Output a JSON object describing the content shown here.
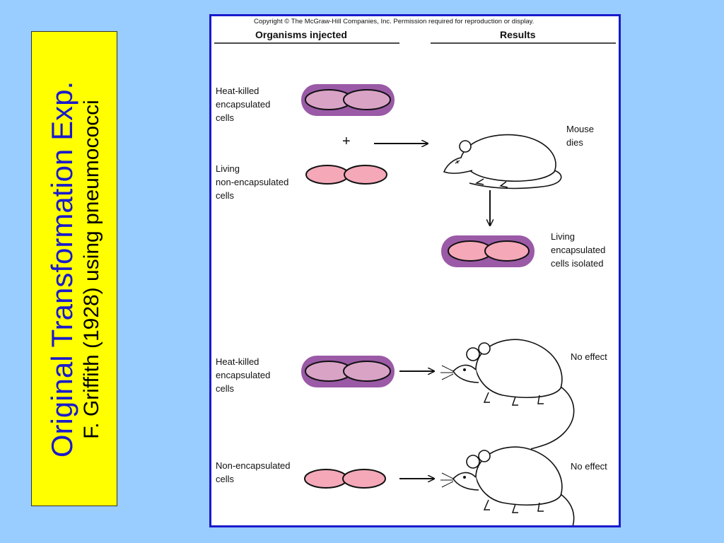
{
  "slide": {
    "title": "Original Transformation Exp.",
    "subtitle": "F. Griffith (1928) using pneumococci"
  },
  "diagram": {
    "copyright": "Copyright © The McGraw-Hill Companies, Inc. Permission required for reproduction or display.",
    "header_left": "Organisms injected",
    "header_right": "Results",
    "row1": {
      "label_a": "Heat-killed\nencapsulated\ncells",
      "plus": "+",
      "label_b": "Living\nnon-encapsulated\ncells",
      "result": "Mouse\ndies",
      "isolated": "Living\nencapsulated\ncells isolated"
    },
    "row2": {
      "label": "Heat-killed\nencapsulated\ncells",
      "result": "No effect"
    },
    "row3": {
      "label": "Non-encapsulated\ncells",
      "result": "No effect"
    },
    "colors": {
      "capsule": "#9a5aa6",
      "dead_cell": "#d9a3c6",
      "live_cell": "#f4a8b8",
      "border": "#1a1acc",
      "title_bg": "#ffff00",
      "title_text": "#1a1acc"
    }
  }
}
